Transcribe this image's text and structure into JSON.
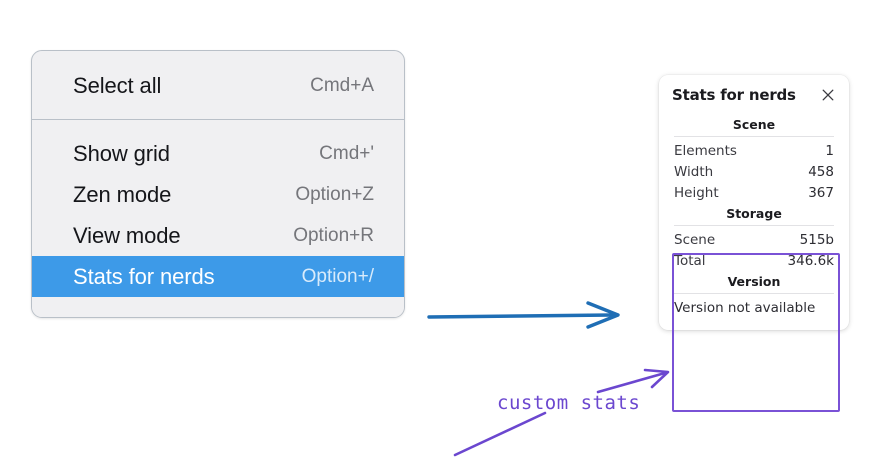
{
  "context_menu": {
    "groups": [
      {
        "items": [
          {
            "label": "Select all",
            "shortcut": "Cmd+A",
            "selected": false
          }
        ]
      },
      {
        "items": [
          {
            "label": "Show grid",
            "shortcut": "Cmd+'",
            "selected": false
          },
          {
            "label": "Zen mode",
            "shortcut": "Option+Z",
            "selected": false
          },
          {
            "label": "View mode",
            "shortcut": "Option+R",
            "selected": false
          },
          {
            "label": "Stats for nerds",
            "shortcut": "Option+/",
            "selected": true
          }
        ]
      }
    ],
    "highlight_color": "#3d9ae8"
  },
  "stats_panel": {
    "title": "Stats for nerds",
    "close_icon": "close-icon",
    "sections": [
      {
        "name": "Scene",
        "rows": [
          {
            "key": "Elements",
            "value": "1"
          },
          {
            "key": "Width",
            "value": "458"
          },
          {
            "key": "Height",
            "value": "367"
          }
        ]
      },
      {
        "name": "Storage",
        "rows": [
          {
            "key": "Scene",
            "value": "515b"
          },
          {
            "key": "Total",
            "value": "346.6k"
          }
        ]
      },
      {
        "name": "Version",
        "text": "Version not available"
      }
    ]
  },
  "annotations": {
    "blue_arrow_color": "#1f6eb5",
    "purple_color": "#6b47cf",
    "custom_stats_label": "custom stats"
  }
}
